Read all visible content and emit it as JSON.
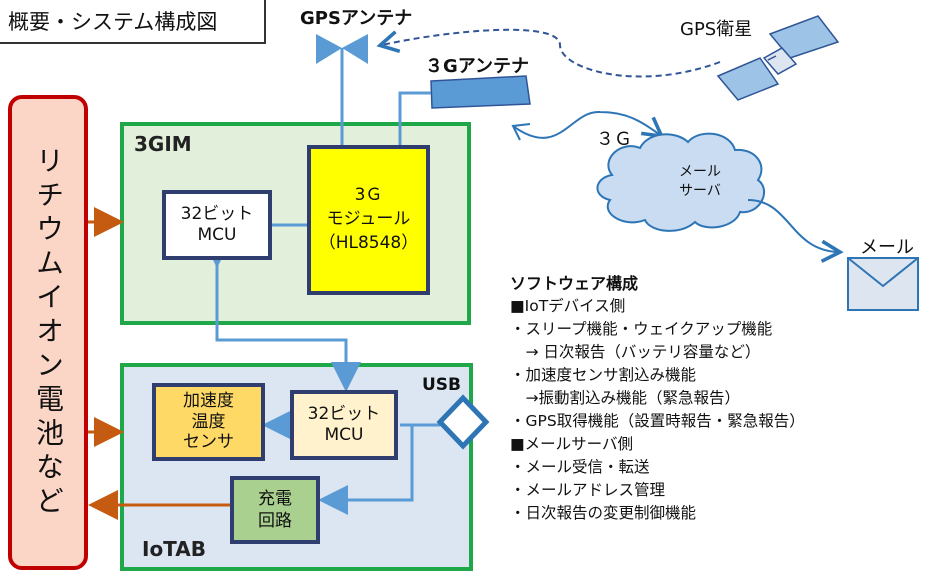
{
  "title": "概要・システム構成図",
  "battery_label": "リチウムイオン電池など",
  "gim": {
    "label": "3GIM",
    "mcu": "32ビット\nMCU",
    "module": "3Ｇ\nモジュール\n（HL8548）"
  },
  "iotab": {
    "label": "IoTAB",
    "sensor": "加速度\n温度\nセンサ",
    "mcu": "32ビット\nMCU",
    "charger": "充電\n回路"
  },
  "gps_antenna": "GPSアンテナ",
  "antenna_3g": "３Gアンテナ",
  "usb": "USB",
  "gps_satellite": "GPS衛星",
  "link_3g": "３Ｇ",
  "mail_server": "メール\nサーバ",
  "mail": "メール",
  "software": {
    "heading": "ソフトウェア構成",
    "lines": [
      "■IoTデバイス側",
      "・スリープ機能・ウェイクアップ機能",
      "　→ 日次報告（バッテリ容量など）",
      "・加速度センサ割込み機能",
      "　→振動割込み機能（緊急報告）",
      "・GPS取得機能（設置時報告・緊急報告）",
      "■メールサーバ側",
      "・メール受信・転送",
      "・メールアドレス管理",
      "・日次報告の変更制御機能"
    ]
  },
  "colors": {
    "battery_fill": "#fbd6c6",
    "battery_border": "#c00000",
    "group_border": "#1fa84a",
    "module_fill": "#ffff00",
    "connector": "#5b9bd5",
    "power_arrow": "#c55a11"
  }
}
